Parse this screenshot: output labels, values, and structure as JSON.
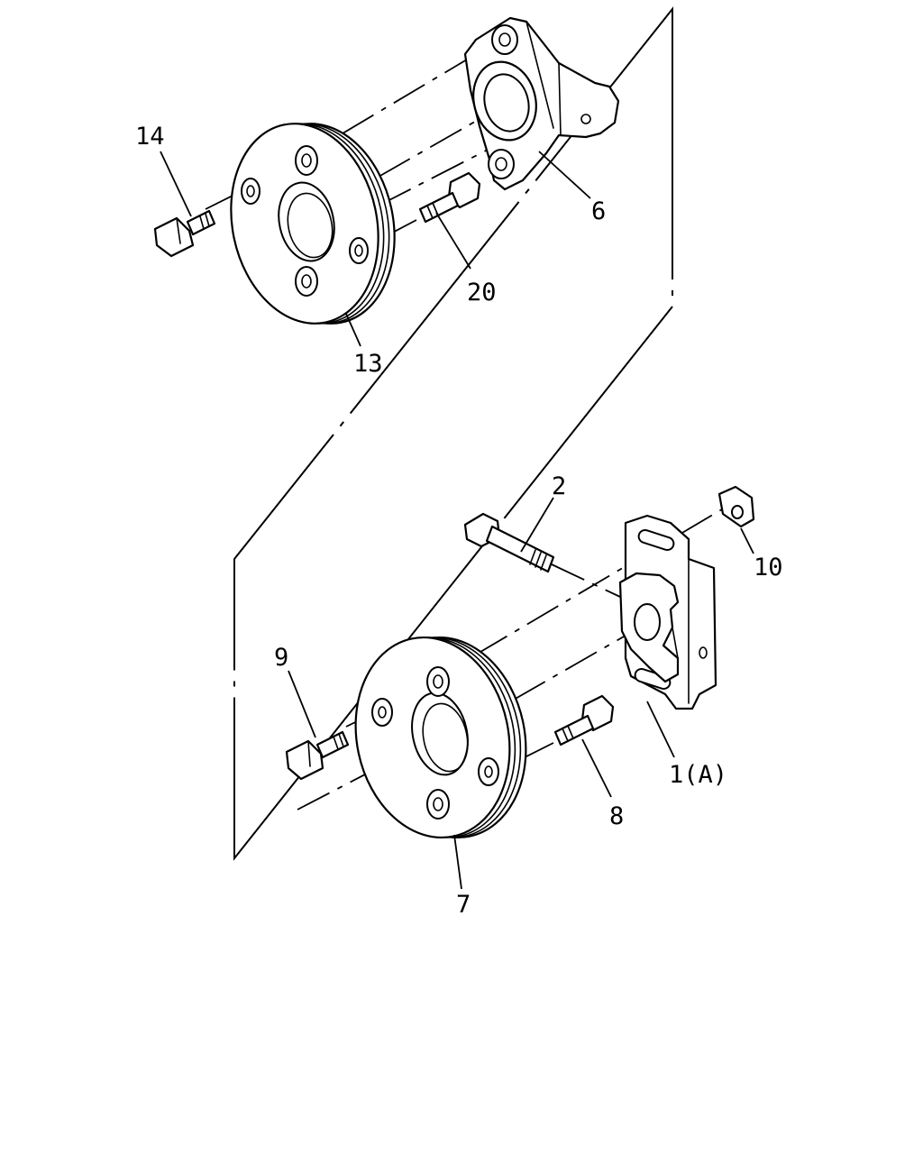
{
  "callouts": {
    "c14": "14",
    "c6": "6",
    "c20": "20",
    "c13": "13",
    "c2": "2",
    "c10": "10",
    "c9": "9",
    "c1": "1(A)",
    "c8": "8",
    "c7": "7"
  }
}
